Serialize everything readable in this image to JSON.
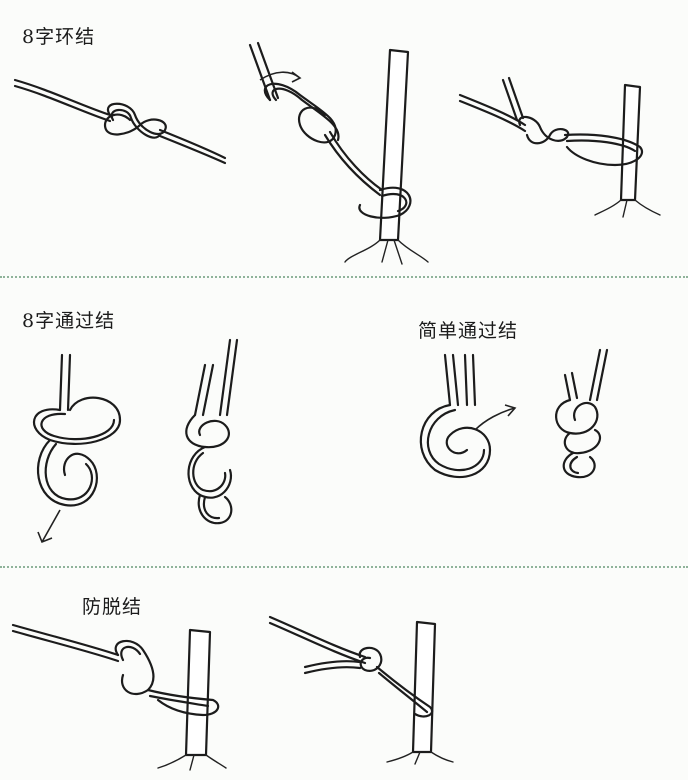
{
  "sections": [
    {
      "id": "figure-eight-loop",
      "label": "8字环结"
    },
    {
      "id": "figure-eight-follow-through",
      "label": "8字通过结"
    },
    {
      "id": "simple-follow-through",
      "label": "简单通过结"
    },
    {
      "id": "anti-slip",
      "label": "防脱结"
    }
  ],
  "icons": {
    "rope": "rope-illustration",
    "post": "wooden-post-illustration",
    "arrow": "direction-arrow"
  },
  "colors": {
    "divider": "#8fb39a",
    "ink": "#1c1c1c",
    "background": "#fbfcfa"
  }
}
